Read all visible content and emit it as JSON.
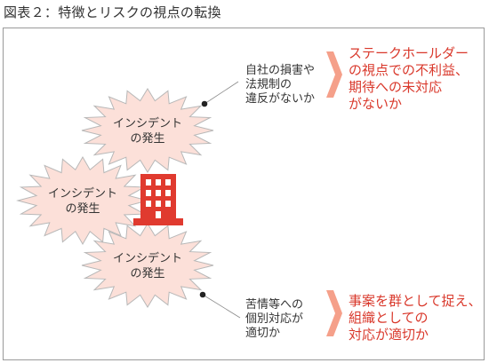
{
  "title": "図表２：特徴とリスクの視点の転換",
  "incident_label": {
    "line1": "インシデント",
    "line2": "の発生"
  },
  "top_note": {
    "line1": "自社の損害や",
    "line2": "法規制の",
    "line3": "違反がないか"
  },
  "top_result": {
    "line1": "ステークホールダー",
    "line2": "の視点での不利益、",
    "line3": "期待への未対応",
    "line4": "がないか"
  },
  "bottom_note": {
    "line1": "苦情等への",
    "line2": "個別対応が",
    "line3": "適切か"
  },
  "bottom_result": {
    "line1": "事案を群として捉え、",
    "line2": "組織としての",
    "line3": "対応が適切か"
  },
  "colors": {
    "burst_fill": "#fce0d9",
    "burst_stroke": "#b8b8b8",
    "building": "#e03a2f",
    "arrow": "#f5a08a",
    "red_text": "#d9382b",
    "connector": "#8a8a8a"
  },
  "icons": {
    "building": "office-building-icon",
    "arrow": "chevron-arrow-icon"
  }
}
